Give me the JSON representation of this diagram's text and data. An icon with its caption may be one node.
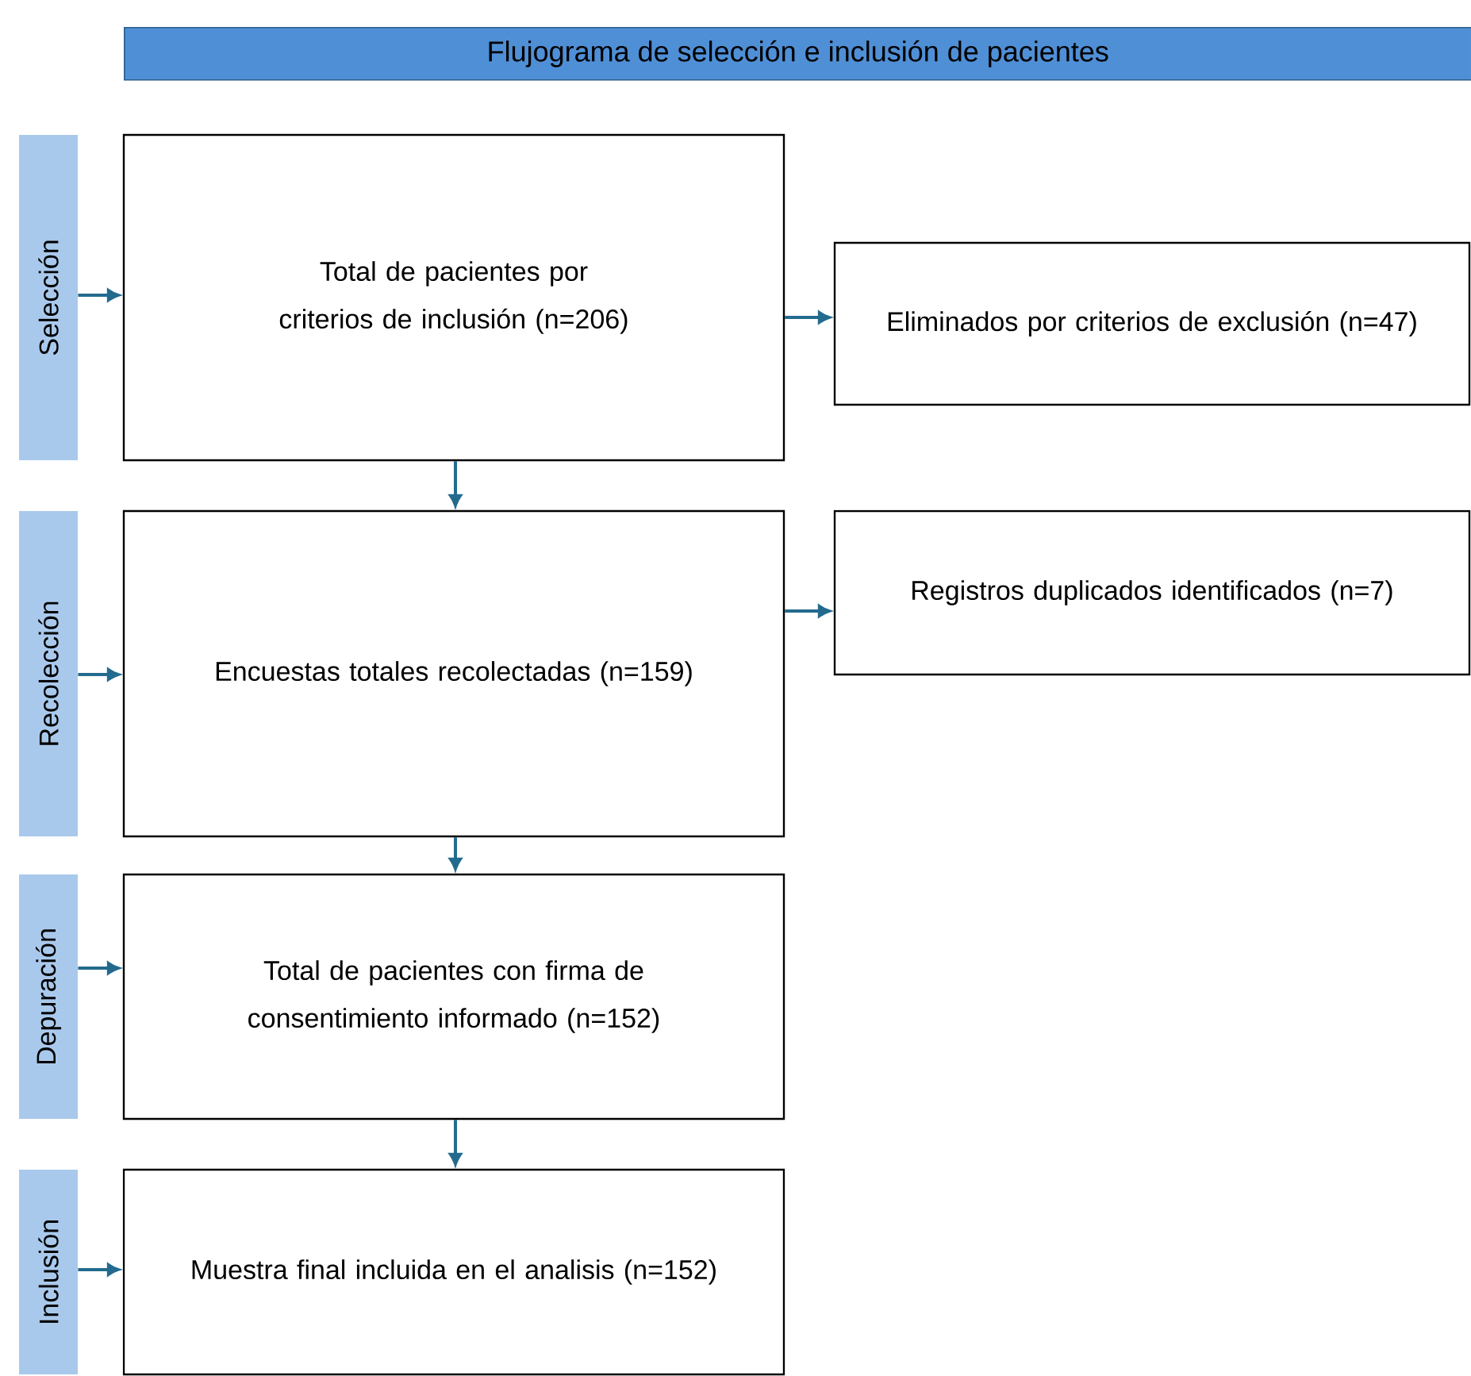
{
  "diagram": {
    "title": "Flujograma de selección e inclusión de pacientes",
    "nodes": [
      {
        "text": [
          "Selección"
        ]
      },
      {
        "text": [
          "Total de pacientes por criterios de inclusión (n=206)"
        ]
      },
      {
        "text": [
          "Eliminados por criterios de exclusión (n=47)"
        ]
      },
      {
        "text": [
          "Recolección"
        ]
      },
      {
        "text": [
          "Encuestas totales recolectadas (n=159)"
        ]
      },
      {
        "text": [
          "Registros duplicados identificados (n=7)"
        ]
      },
      {
        "text": [
          "Depuración"
        ]
      },
      {
        "text": [
          "Total de pacientes con firma de consentimiento informado (n=152)"
        ]
      },
      {
        "text": [
          "Inclusión"
        ]
      },
      {
        "text": [
          "Muestra final incluida en el analisis (n=152)"
        ]
      }
    ],
    "edges": [
      {
        "from": 0,
        "to": 1,
        "arrow": "to"
      },
      {
        "from": 1,
        "to": 2,
        "arrow": "to"
      },
      {
        "from": 1,
        "to": 4,
        "arrow": "to"
      },
      {
        "from": 3,
        "to": 4,
        "arrow": "to"
      },
      {
        "from": 4,
        "to": 5,
        "arrow": "to"
      },
      {
        "from": 4,
        "to": 7,
        "arrow": "to"
      },
      {
        "from": 6,
        "to": 7,
        "arrow": "to"
      },
      {
        "from": 7,
        "to": 9,
        "arrow": "to"
      },
      {
        "from": 8,
        "to": 9,
        "arrow": "to"
      }
    ]
  }
}
